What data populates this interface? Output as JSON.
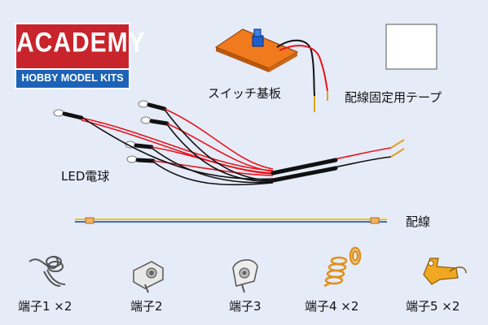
{
  "logo": {
    "title": "ACADEMY",
    "subtitle": "HOBBY MODEL KITS"
  },
  "labels": {
    "switch_board": "スイッチ基板",
    "tape": "配線固定用テープ",
    "led": "LED電球",
    "wire": "配線",
    "terminal1": "端子1 ×2",
    "terminal2": "端子2",
    "terminal3": "端子3",
    "terminal4": "端子4 ×2",
    "terminal5": "端子5 ×2"
  },
  "colors": {
    "background": "#e6ebf8",
    "logo_red": "#c8242c",
    "logo_blue": "#1c63b7",
    "wire_red": "#e8141c",
    "wire_black": "#111111",
    "board_orange": "#f07a1e",
    "terminal_gold": "#f0a020",
    "wire_yellow": "#e8c81c",
    "wire_blue": "#3a6ad8"
  }
}
